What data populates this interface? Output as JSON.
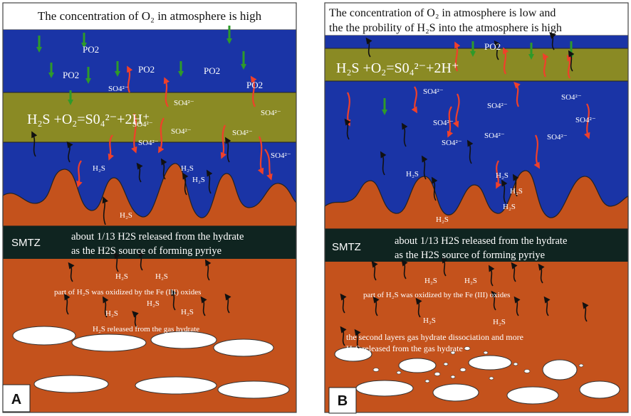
{
  "colors": {
    "atmosphere": "#ffffff",
    "water": "#1a34a6",
    "oxidation_band": "#8a8a24",
    "sediment": "#c4521c",
    "smtz_band": "#0f2420",
    "hydrate": "#ffffff",
    "o2_arrow": "#2e9a2a",
    "sulfate_arrow": "#f0402a",
    "h2s_arrow": "#111111",
    "label_text": "#ffffff"
  },
  "panel_a": {
    "panel_label": "A",
    "atmosphere_text": "The concentration of O₂ in atmosphere is high",
    "po2_labels": [
      "PO2",
      "PO2",
      "PO2",
      "PO2",
      "PO2"
    ],
    "reaction": "H₂S +O₂=S0₄²⁻+2H⁺",
    "sulfate_labels": [
      "SO4²⁻",
      "SO4²⁻",
      "SO4²⁻",
      "SO4²⁻",
      "SO4²⁻",
      "SO4²⁻",
      "SO4²⁻",
      "SO4²⁻"
    ],
    "h2s_labels": [
      "H₂S",
      "H₂S",
      "H₂S",
      "H₂S",
      "H₂S",
      "H₂S",
      "H₂S",
      "H₂S",
      "H₂S"
    ],
    "smtz_label": "SMTZ",
    "smtz_line1": "about 1/13 H2S released from the hydrate",
    "smtz_line2": "as the H2S source of forming pyriye",
    "oxidized_text": "part of H₂S was oxidized by the Fe (III) oxides",
    "release_text": "H₂S released from the gas hydrate"
  },
  "panel_b": {
    "panel_label": "B",
    "atmosphere_line1": "The concentration of O₂ in atmosphere is low and",
    "atmosphere_line2": "the the probility of H₂S into the atmosphere is high",
    "po2_label": "PO2",
    "reaction": "H₂S +O₂=S0₄²⁻+2H⁺",
    "sulfate_labels": [
      "SO4²⁻",
      "SO4²⁻",
      "SO4²⁻",
      "SO4²⁻",
      "SO4²⁻",
      "SO4²⁻",
      "SO4²⁻",
      "SO4²⁻"
    ],
    "h2s_labels": [
      "H₂S",
      "H₂S",
      "H₂S",
      "H₂S",
      "H₂S",
      "H₂S",
      "H₂S",
      "H₂S",
      "H₂S"
    ],
    "smtz_label": "SMTZ",
    "smtz_line1": "about 1/13 H2S released from the hydrate",
    "smtz_line2": "as the H2S source of forming pyriye",
    "oxidized_text": "part of H₂S was oxidized by the Fe (III) oxides",
    "release_line1": "the second layers gas hydrate dissociation and more",
    "release_line2": "H₂S  released from the gas hydrate"
  }
}
